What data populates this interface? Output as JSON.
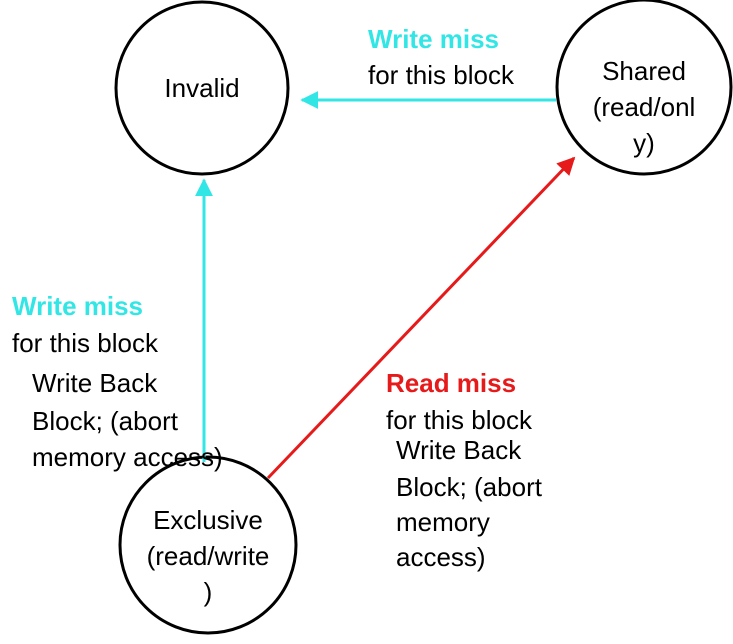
{
  "colors": {
    "cyan": "#33E6E6",
    "red": "#E61A1A",
    "black": "#000000"
  },
  "states": {
    "invalid": {
      "label": "Invalid"
    },
    "shared": {
      "line1": "Shared",
      "line2": "(read/onl",
      "line3": "y)"
    },
    "exclusive": {
      "line1": "Exclusive",
      "line2": "(read/write",
      "line3": ")"
    }
  },
  "transitions": {
    "shared_to_invalid": {
      "event": "Write miss",
      "detail": "for this block"
    },
    "exclusive_to_invalid": {
      "event": "Write miss",
      "detail": "for this block",
      "action1": "Write Back",
      "action2": "Block; (abort",
      "action3": "memory access)"
    },
    "exclusive_to_shared": {
      "event": "Read miss",
      "detail": "for this block",
      "action1": "Write Back",
      "action2": "Block; (abort",
      "action3": "memory",
      "action4": "access)"
    }
  }
}
